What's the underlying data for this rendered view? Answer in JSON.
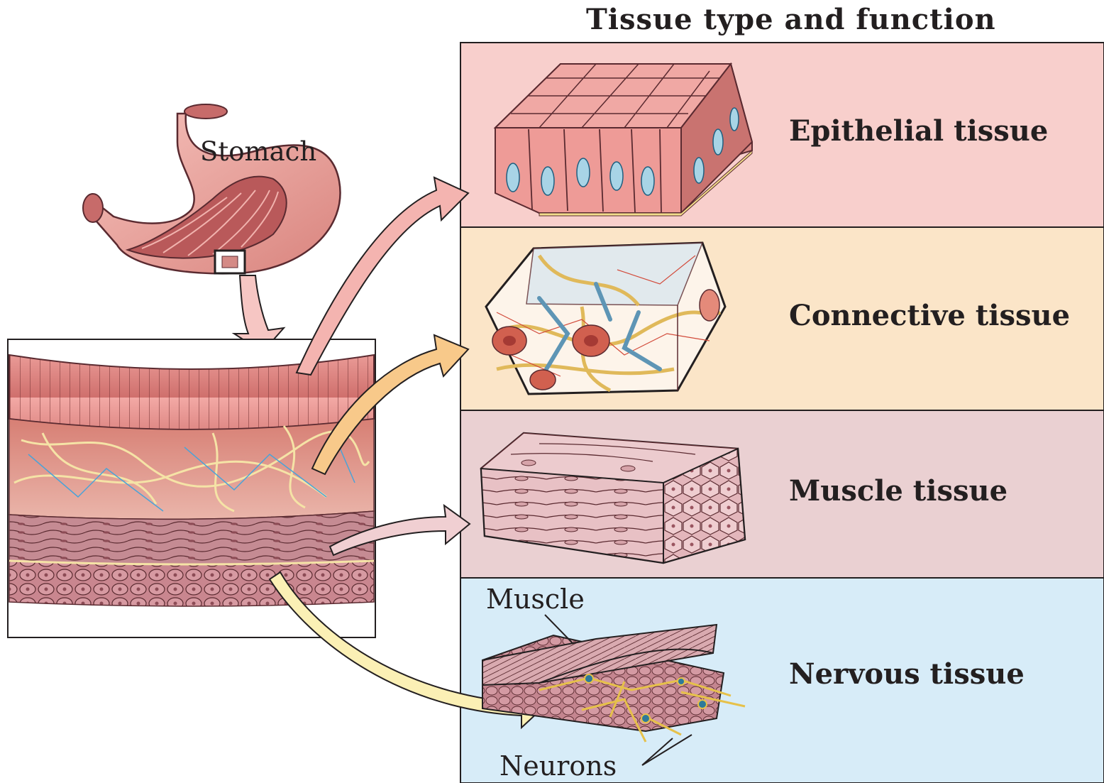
{
  "title": "Tissue type and function",
  "organ": {
    "label": "Stomach"
  },
  "tissues": [
    {
      "label": "Epithelial tissue",
      "color": "#f8cfcc"
    },
    {
      "label": "Connective tissue",
      "color": "#fbe5c8"
    },
    {
      "label": "Muscle tissue",
      "color": "#ead0d2"
    },
    {
      "label": "Nervous tissue",
      "color": "#d7ecf8"
    }
  ],
  "nervous_labels": {
    "muscle": "Muscle",
    "neurons": "Neurons"
  },
  "arrow_colors": {
    "epithelial": "#f4b4b0",
    "connective": "#f8c98a",
    "muscle": "#f0cfd2",
    "nervous": "#fbf0b5"
  }
}
